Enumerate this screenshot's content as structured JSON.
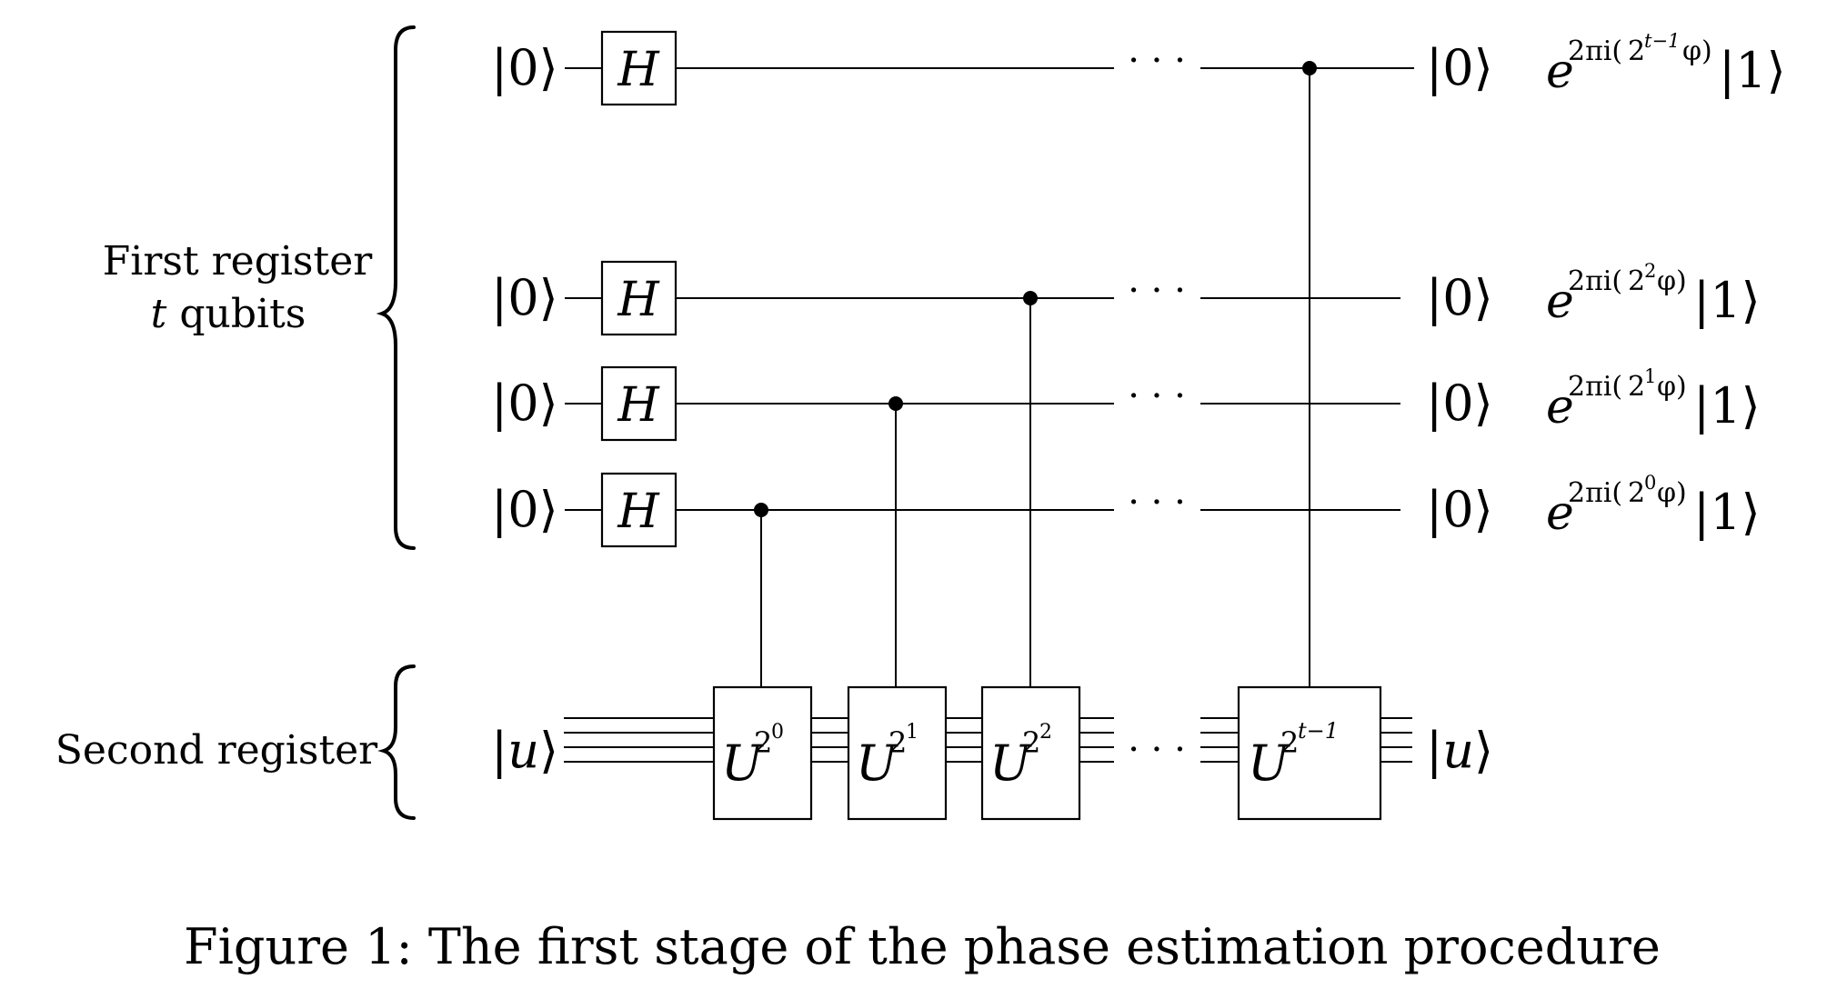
{
  "labels": {
    "first_register_line1": "First register",
    "first_register_line2_var": "t",
    "first_register_line2_rest": " qubits",
    "second_register": "Second register",
    "caption": "Figure 1: The first stage of the phase estimation procedure"
  },
  "qubit_rows": [
    {
      "input": "0",
      "gate": "H",
      "output": "0",
      "exp_base": "2",
      "exp_power": "t−1"
    },
    {
      "input": "0",
      "gate": "H",
      "output": "0",
      "exp_base": "2",
      "exp_power": "2"
    },
    {
      "input": "0",
      "gate": "H",
      "output": "0",
      "exp_base": "2",
      "exp_power": "1"
    },
    {
      "input": "0",
      "gate": "H",
      "output": "0",
      "exp_base": "2",
      "exp_power": "0"
    }
  ],
  "phase_prefix": "e",
  "phase_exponent_head": "2πi(",
  "phase_exponent_tail": "φ)",
  "phase_ket": "1",
  "second_register_input": "u",
  "second_register_output": "u",
  "ellipsis": "· · ·",
  "unitary_gates": [
    {
      "base": "U",
      "sup_base": "2",
      "sup_power": "0"
    },
    {
      "base": "U",
      "sup_base": "2",
      "sup_power": "1"
    },
    {
      "base": "U",
      "sup_base": "2",
      "sup_power": "2"
    },
    {
      "base": "U",
      "sup_base": "2",
      "sup_power": "t−1"
    }
  ]
}
